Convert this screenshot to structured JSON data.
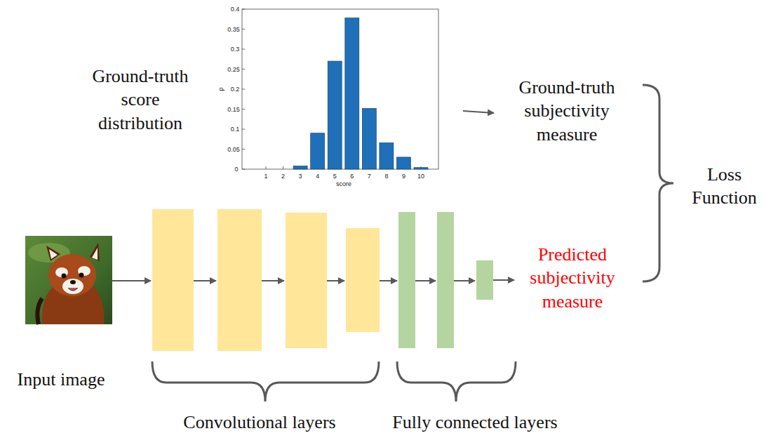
{
  "diagram": {
    "labels": [
      "Ground-truth score distribution",
      "0",
      "0.05",
      "0.1",
      "0.15",
      "0.2",
      "0.25",
      "0.3",
      "0.35",
      "0.4",
      "p",
      "1",
      "2",
      "3",
      "4",
      "5",
      "6",
      "7",
      "8",
      "9",
      "10",
      "score",
      "Ground-truth subjectivity measure",
      "Loss Function",
      "Predicted subjectivity measure",
      "Input image",
      "Convolutional layers",
      "Fully connected layers"
    ]
  }
}
